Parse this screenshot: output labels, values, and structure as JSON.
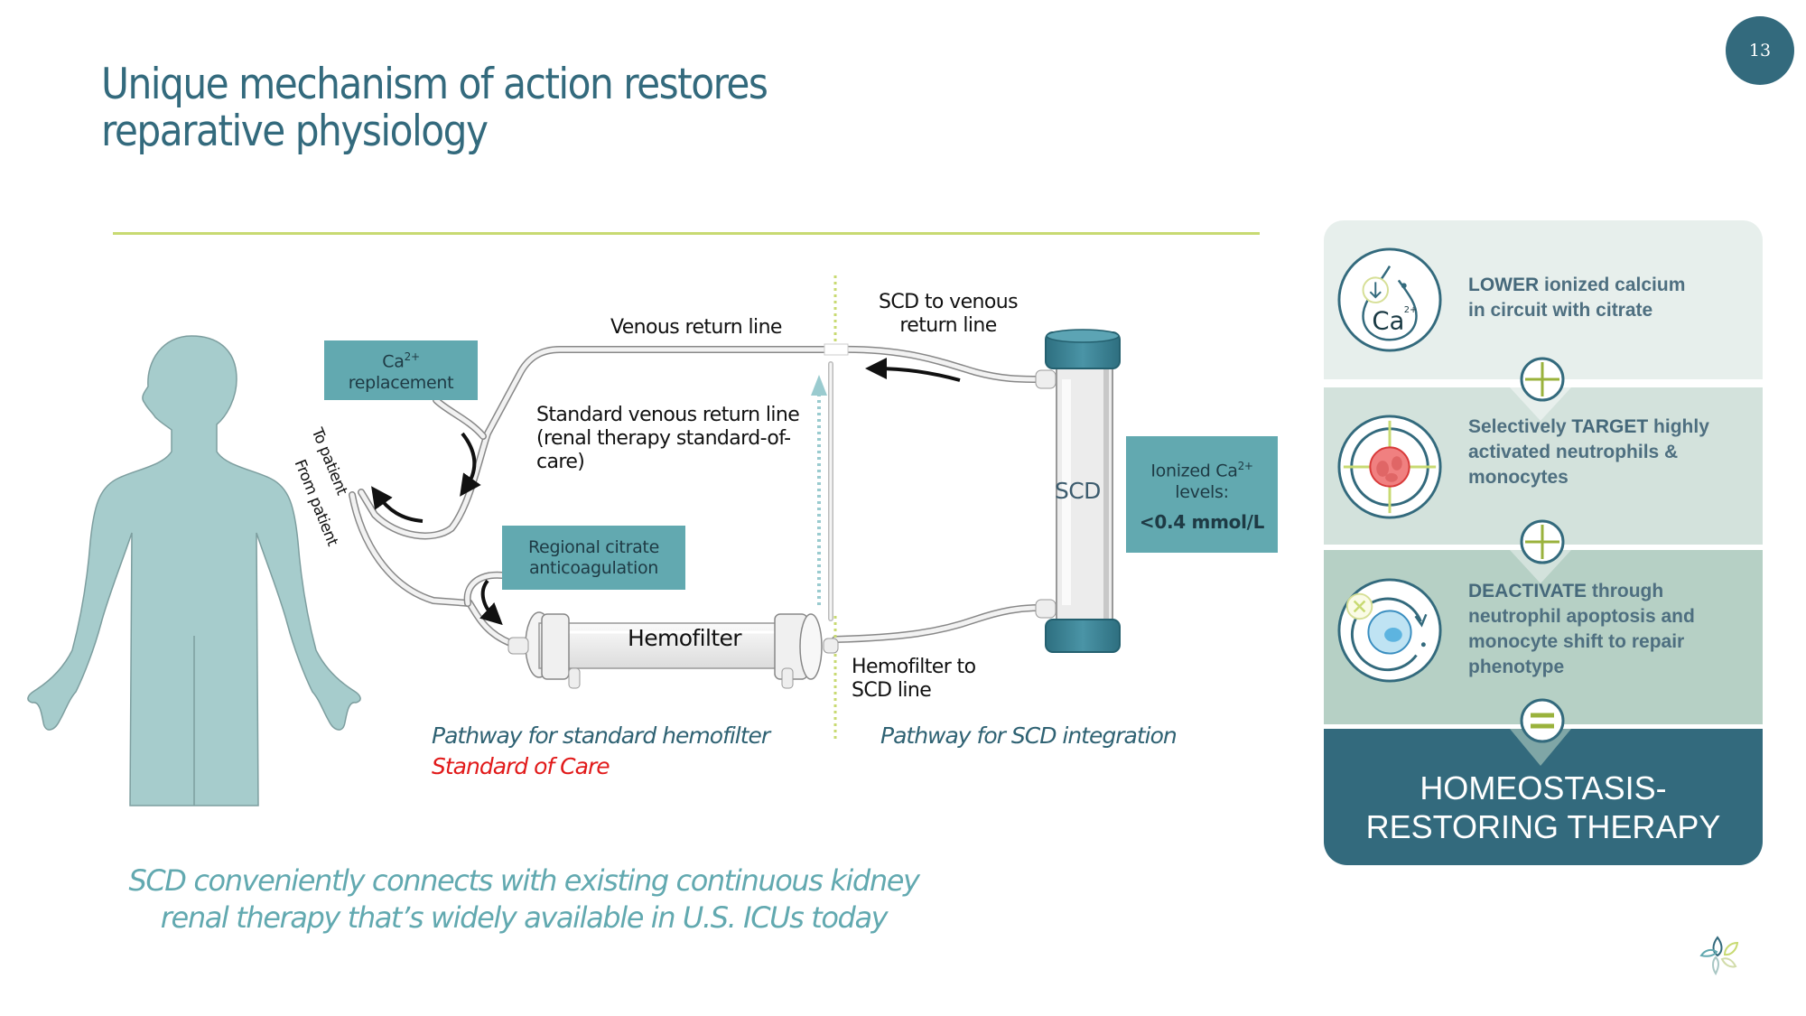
{
  "slide": {
    "title_lines": [
      "Unique mechanism of action restores",
      "reparative physiology"
    ],
    "page_number": "13"
  },
  "diagram": {
    "labels": {
      "venous_return_line": "Venous return line",
      "scd_to_venous_line1": "SCD to venous",
      "scd_to_venous_line2": "return line",
      "standard_venous_line1": "Standard venous return line",
      "standard_venous_line2": "(renal therapy standard-of-",
      "standard_venous_line3": "care)",
      "to_patient": "To patient",
      "from_patient": "From patient",
      "hemofilter": "Hemofilter",
      "hemofilter_to_scd_line1": "Hemofilter to",
      "hemofilter_to_scd_line2": "SCD line",
      "scd": "SCD"
    },
    "boxes": {
      "ca_replacement": {
        "ion": "Ca",
        "charge": "2+",
        "text": "replacement"
      },
      "regional_citrate": {
        "line1": "Regional citrate",
        "line2": "anticoagulation"
      },
      "ionized_ca": {
        "line1_prefix": "Ionized Ca",
        "charge": "2+",
        "line2": "levels:",
        "value": "<0.4 mmol/L"
      }
    },
    "pathways": {
      "standard": "Pathway for standard hemofilter",
      "standard_of_care": "Standard of Care",
      "scd": "Pathway for SCD integration"
    },
    "bottom_note_lines": [
      "SCD conveniently connects with existing continuous kidney",
      "renal therapy that’s widely available in U.S. ICUs today"
    ]
  },
  "panel": {
    "steps": [
      {
        "icon": "calcium-drop-icon",
        "emphasis": "LOWER",
        "rest_line1": " ionized calcium",
        "rest_line2": "in circuit with citrate"
      },
      {
        "icon": "target-neutrophil-icon",
        "emphasis": "TARGET",
        "prefix": "Selectively ",
        "rest_line1": " highly",
        "rest_line2": "activated neutrophils &",
        "rest_line3": "monocytes"
      },
      {
        "icon": "deactivate-cell-icon",
        "emphasis": "DEACTIVATE",
        "rest_line1": " through",
        "rest_line2": "neutrophil apoptosis and",
        "rest_line3": "monocyte shift to repair",
        "rest_line4": "phenotype"
      }
    ],
    "operators": [
      "plus-icon",
      "plus-icon",
      "equals-icon"
    ],
    "result_lines": [
      "HOMEOSTASIS-",
      "RESTORING THERAPY"
    ]
  },
  "colors": {
    "brand_teal": "#336a7d",
    "box_teal": "#62a9b0",
    "accent_green": "#c8da72",
    "standard_of_care_red": "#e11a1a"
  }
}
